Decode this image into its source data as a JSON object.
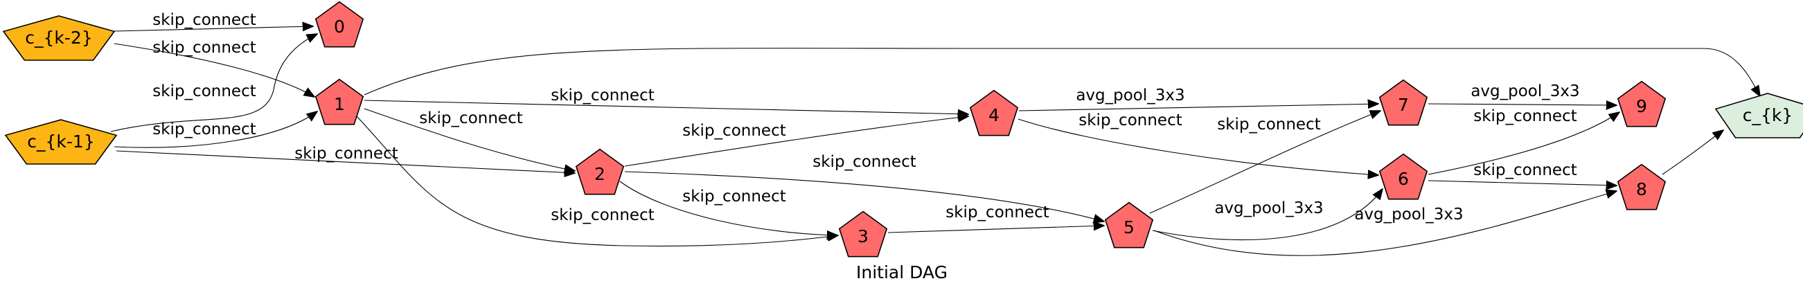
{
  "caption": "Initial DAG",
  "colors": {
    "input_fill": "#FDB515",
    "op_fill": "#FF6B6B",
    "output_fill": "#DCEEDD",
    "stroke": "#000000"
  },
  "nodes": [
    {
      "id": "ck2",
      "label": "c_{k-2}",
      "kind": "input"
    },
    {
      "id": "ck1",
      "label": "c_{k-1}",
      "kind": "input"
    },
    {
      "id": "n0",
      "label": "0",
      "kind": "op"
    },
    {
      "id": "n1",
      "label": "1",
      "kind": "op"
    },
    {
      "id": "n2",
      "label": "2",
      "kind": "op"
    },
    {
      "id": "n3",
      "label": "3",
      "kind": "op"
    },
    {
      "id": "n4",
      "label": "4",
      "kind": "op"
    },
    {
      "id": "n5",
      "label": "5",
      "kind": "op"
    },
    {
      "id": "n6",
      "label": "6",
      "kind": "op"
    },
    {
      "id": "n7",
      "label": "7",
      "kind": "op"
    },
    {
      "id": "n8",
      "label": "8",
      "kind": "op"
    },
    {
      "id": "n9",
      "label": "9",
      "kind": "op"
    },
    {
      "id": "ck",
      "label": "c_{k}",
      "kind": "output"
    }
  ],
  "edges": [
    {
      "from": "ck2",
      "to": "n0",
      "label": "skip_connect"
    },
    {
      "from": "ck2",
      "to": "n1",
      "label": "skip_connect"
    },
    {
      "from": "ck1",
      "to": "n0",
      "label": "skip_connect"
    },
    {
      "from": "ck1",
      "to": "n1",
      "label": "skip_connect"
    },
    {
      "from": "ck1",
      "to": "n2",
      "label": "skip_connect"
    },
    {
      "from": "n1",
      "to": "n4",
      "label": "skip_connect"
    },
    {
      "from": "n1",
      "to": "n2",
      "label": "skip_connect"
    },
    {
      "from": "n1",
      "to": "n3",
      "label": "skip_connect"
    },
    {
      "from": "n1",
      "to": "ck",
      "label": ""
    },
    {
      "from": "n2",
      "to": "n4",
      "label": "skip_connect"
    },
    {
      "from": "n2",
      "to": "n5",
      "label": "skip_connect"
    },
    {
      "from": "n2",
      "to": "n3",
      "label": "skip_connect"
    },
    {
      "from": "n3",
      "to": "n5",
      "label": "skip_connect"
    },
    {
      "from": "n4",
      "to": "n7",
      "label": "avg_pool_3x3"
    },
    {
      "from": "n4",
      "to": "n6",
      "label": "skip_connect"
    },
    {
      "from": "n5",
      "to": "n7",
      "label": "skip_connect"
    },
    {
      "from": "n5",
      "to": "n6",
      "label": "avg_pool_3x3"
    },
    {
      "from": "n5",
      "to": "n8",
      "label": "avg_pool_3x3"
    },
    {
      "from": "n7",
      "to": "n9",
      "label": "avg_pool_3x3"
    },
    {
      "from": "n6",
      "to": "n9",
      "label": "skip_connect"
    },
    {
      "from": "n6",
      "to": "n8",
      "label": "skip_connect"
    },
    {
      "from": "n8",
      "to": "ck",
      "label": ""
    }
  ]
}
